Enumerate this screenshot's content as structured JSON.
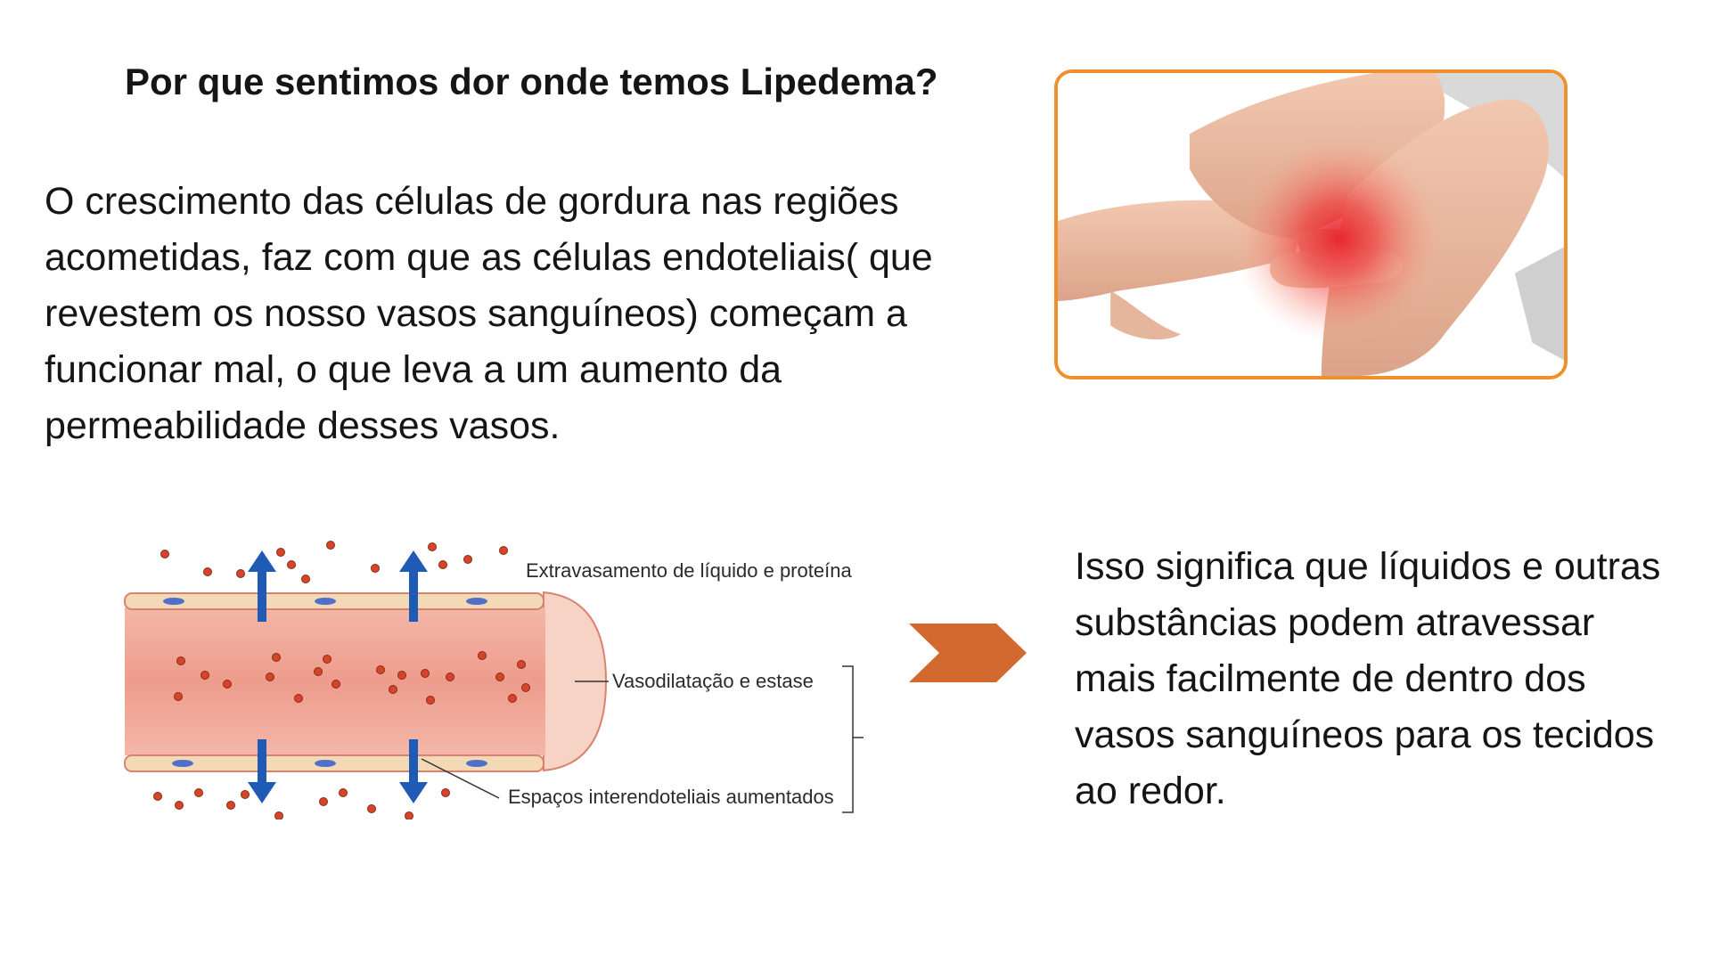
{
  "slide": {
    "title": "Por que sentimos dor onde temos Lipedema?",
    "intro_text": "O crescimento das células de gordura nas regiões acometidas, faz com que as células endoteliais( que revestem os nosso vasos sanguíneos) começam a funcionar mal, o que leva a um aumento da permeabilidade desses vasos.",
    "conclusion_text": "Isso significa que líquidos e outras substâncias podem atravessar mais facilmente de dentro dos vasos sanguíneos para os tecidos ao redor."
  },
  "photo": {
    "frame_color": "#f0902c",
    "highlight_color": "#e8202c"
  },
  "diagram": {
    "label_leak": "Extravasamento de líquido e proteína",
    "label_dilation": "Vasodilatação e estase",
    "label_gaps": "Espaços interendoteliais aumentados",
    "arrow_color": "#1f5bb5",
    "dot_color": "#d4452a"
  },
  "chevron": {
    "icon": "chevron-right-icon",
    "color": "#d2692e"
  }
}
